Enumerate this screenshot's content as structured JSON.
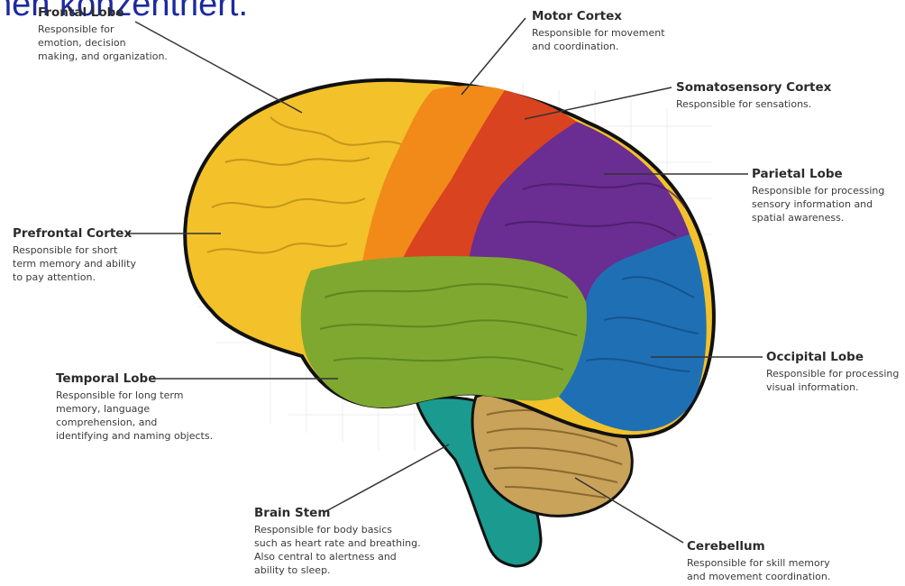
{
  "header_fragment": "hen konzentriert.",
  "regions": {
    "frontal_lobe": {
      "title": "Frontal Lobe",
      "desc": [
        "Responsible for",
        "emotion, decision",
        "making, and organization."
      ],
      "color": "#f3c12a"
    },
    "motor_cortex": {
      "title": "Motor Cortex",
      "desc": [
        "Responsible for movement",
        "and coordination."
      ],
      "color": "#f28a1a"
    },
    "somatosensory_cortex": {
      "title": "Somatosensory Cortex",
      "desc": [
        "Responsible for sensations."
      ],
      "color": "#d9431f"
    },
    "parietal_lobe": {
      "title": "Parietal Lobe",
      "desc": [
        "Responsible for processing",
        "sensory information and",
        "spatial awareness."
      ],
      "color": "#6a2d91"
    },
    "prefrontal_cortex": {
      "title": "Prefrontal Cortex",
      "desc": [
        "Responsible for short",
        "term memory and ability",
        "to pay attention."
      ],
      "color": "#f0b21f"
    },
    "occipital_lobe": {
      "title": "Occipital Lobe",
      "desc": [
        "Responsible for processing",
        "visual information."
      ],
      "color": "#1f6fb5"
    },
    "temporal_lobe": {
      "title": "Temporal Lobe",
      "desc": [
        "Responsible for long term",
        "memory, language",
        "comprehension, and",
        "identifying and naming objects."
      ],
      "color": "#7ea82f"
    },
    "brain_stem": {
      "title": "Brain Stem",
      "desc": [
        "Responsible for body basics",
        "such as heart rate and breathing.",
        "Also central to alertness and",
        "ability to sleep."
      ],
      "color": "#1b9a8f"
    },
    "cerebellum": {
      "title": "Cerebellum",
      "desc": [
        "Responsible for skill memory",
        "and movement coordination."
      ],
      "color": "#c9a35a"
    }
  }
}
